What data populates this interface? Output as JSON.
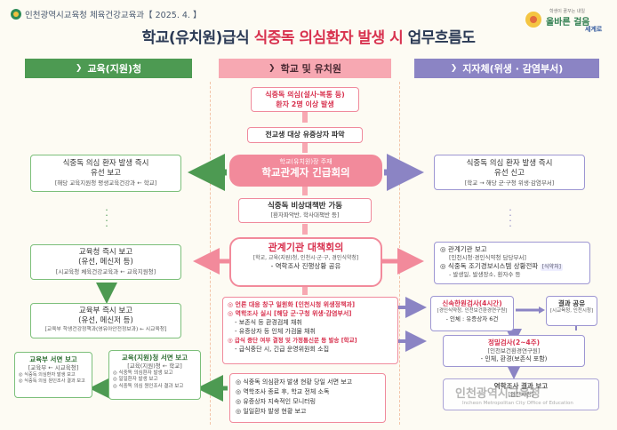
{
  "header": {
    "org": "인천광역시교육청 체육건강교육과【 2025. 4. 】",
    "logo_line1": "학생이 꿈꾸는 내일",
    "logo_line2": "올바른 걸음",
    "logo_line3": "세계로"
  },
  "title": {
    "part1": "학교(유치원)급식 ",
    "highlight": "식중독 의심환자 발생 시",
    "part2": " 업무흐름도"
  },
  "columns": {
    "left": "교육(지원)청",
    "middle": "학교 및 유치원",
    "right": "지자체(위생 · 감염부서)"
  },
  "middle": {
    "suspect_line1": "식중독 의심(설사·복통 등)",
    "suspect_line2": "환자 2명 이상 발생",
    "survey": "전교생 대상 유증상자 파악",
    "emergency_sub": "학교(유치원)장 주재",
    "emergency_main": "학교관계자 긴급회의",
    "task_force_main": "식중독 비상대책반 가동",
    "task_force_sub": "[환자파악반, 학사대책반 등]",
    "agency_main": "관계기관 대책회의",
    "agency_sub": "[학교, 교육(지원)청, 인천시·군·구, 경인식약청]",
    "agency_item": "- 역학조사 진행상황 공유",
    "actions": [
      "◎ 언론 대응 창구 일원화 [인천시청 위생정책과]",
      "◎ 역학조사 실시 [해당 군·구청 위생·감염부서]",
      "- 보존식 등 환경검체 채취",
      "- 유증상자 등 인체 가검물 채취",
      "◎ 급식 중단 여부 결정 및 가정통신문 등 발송 [학교]",
      "- 급식중단 시, 긴급 운영위원회 소집"
    ],
    "report": [
      "◎ 식중독 의심환자 발생 현황 당일 서면 보고",
      "◎ 역학조사 종료 후, 학교 전체 소독",
      "◎ 유증상자 지속적인 모니터링",
      "◎ 일일환자 발생 현황 보고"
    ]
  },
  "left": {
    "b1_line1": "식중독 의심 환자 발생 즉시",
    "b1_line2": "유선 보고",
    "b1_sub": "[해당 교육지원청 평생교육건강과 ← 학교]",
    "b2_line1": "교육청 즉시 보고",
    "b2_line2": "(유선, 메신저 등)",
    "b2_sub": "[시교육청 체육건강교육과 ← 교육지원청]",
    "b3_line1": "교육부 즉시 보고",
    "b3_line2": "(유선, 메신저 등)",
    "b3_sub": "[교육부 학생건강정책과(영유아안전정보과) ← 시교육청]",
    "b4_title": "교육(지원)청 서면 보고",
    "b4_sub": "[교육(지원)청 ← 학교]",
    "b4_items": [
      "◎ 식중독 의심환자 발생 보고",
      "◎ 일일환자 발생 보고",
      "◎ 식중독 의심 원인조사 결과 보고"
    ],
    "b5_title": "교육부 서면 보고",
    "b5_sub": "[교육부 ← 시교육청]",
    "b5_items": [
      "◎ 식중독 의심환자 발생 보고",
      "◎ 식중독 의심 원인조사 결과 보고"
    ]
  },
  "right": {
    "r1_line1": "식중독 의심 환자 발생 즉시",
    "r1_line2": "유선 신고",
    "r1_sub": "[학교 → 해당 군·구청 위생·감염부서]",
    "r2_item1": "◎ 관계기관 보고",
    "r2_item1_sub": "[인천시청·경인식약청 담당부서]",
    "r2_item2": "◎ 식중독 조기경보시스템 상황전파",
    "r2_item2_badge": "[식약처]",
    "r2_item2_sub": "- 발생일, 발생장소, 환자수 등",
    "r3_title": "신속한원검사(4시간)",
    "r3_sub": "[경인식약청, 인천보건환경연구원]",
    "r3_item": "- 인체 : 유증상자 6건",
    "r4_title": "결과 공유",
    "r4_sub": "[시교육청, 인천시청]",
    "r5_title": "정밀검사(2~4주)",
    "r5_sub": "[인천보건환경연구원]",
    "r5_item": "- 인체, 환경(보존식 포함)",
    "r6_title": "역학조사 결과 보고",
    "r6_sub": "[인천시청]"
  },
  "watermark": {
    "main": "인천광역시교육청",
    "sub": "Incheon Metropolitan City Office of Education"
  },
  "colors": {
    "green": "#4d9a52",
    "pink": "#f28a9b",
    "purple": "#8b84c4",
    "red": "#d8324f"
  }
}
